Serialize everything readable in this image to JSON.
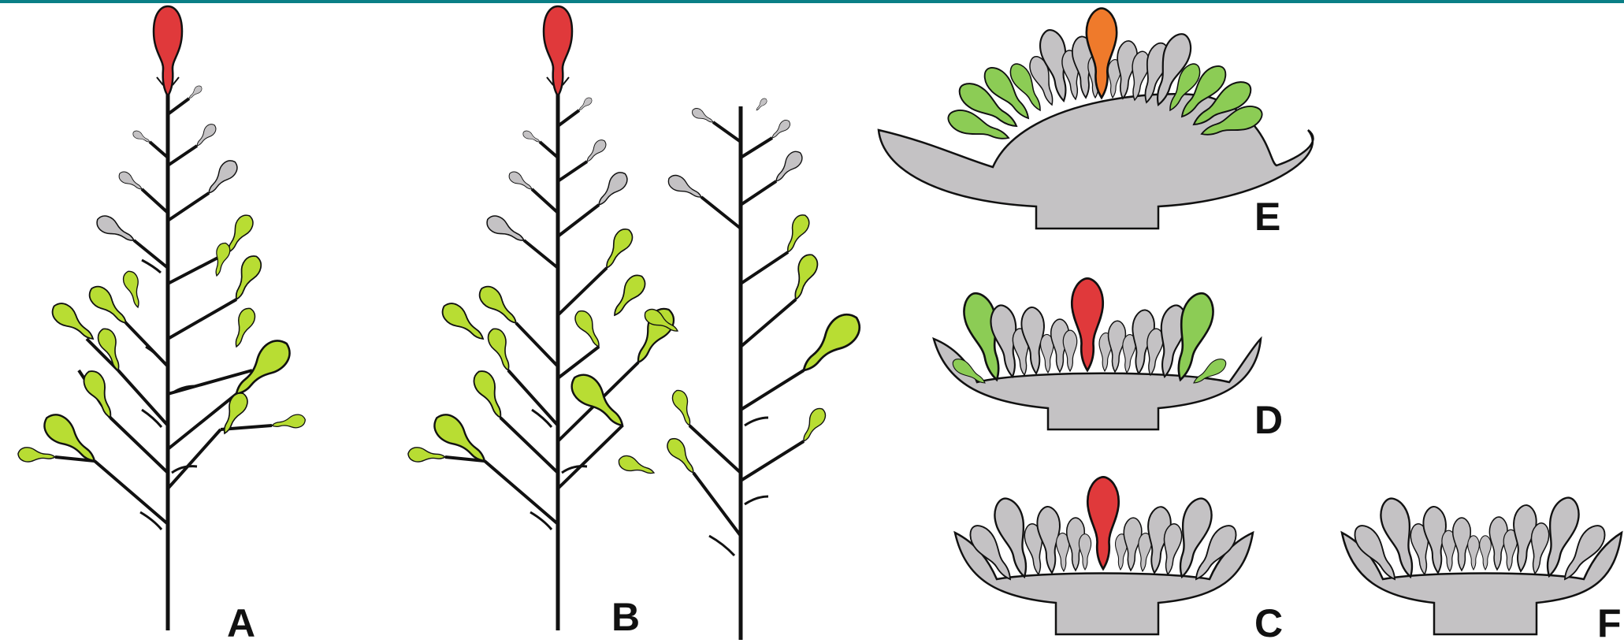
{
  "colors": {
    "terminal_red": "#e0393b",
    "terminal_orange": "#ef7a2b",
    "lateral_green": "#b8dd33",
    "receptacle_green": "#8ccc55",
    "grey": "#c4c2c4",
    "stem": "#111111",
    "top_rule": "#0a7f86"
  },
  "labels": {
    "A": "A",
    "B": "B",
    "C": "C",
    "D": "D",
    "E": "E",
    "F": "F"
  }
}
